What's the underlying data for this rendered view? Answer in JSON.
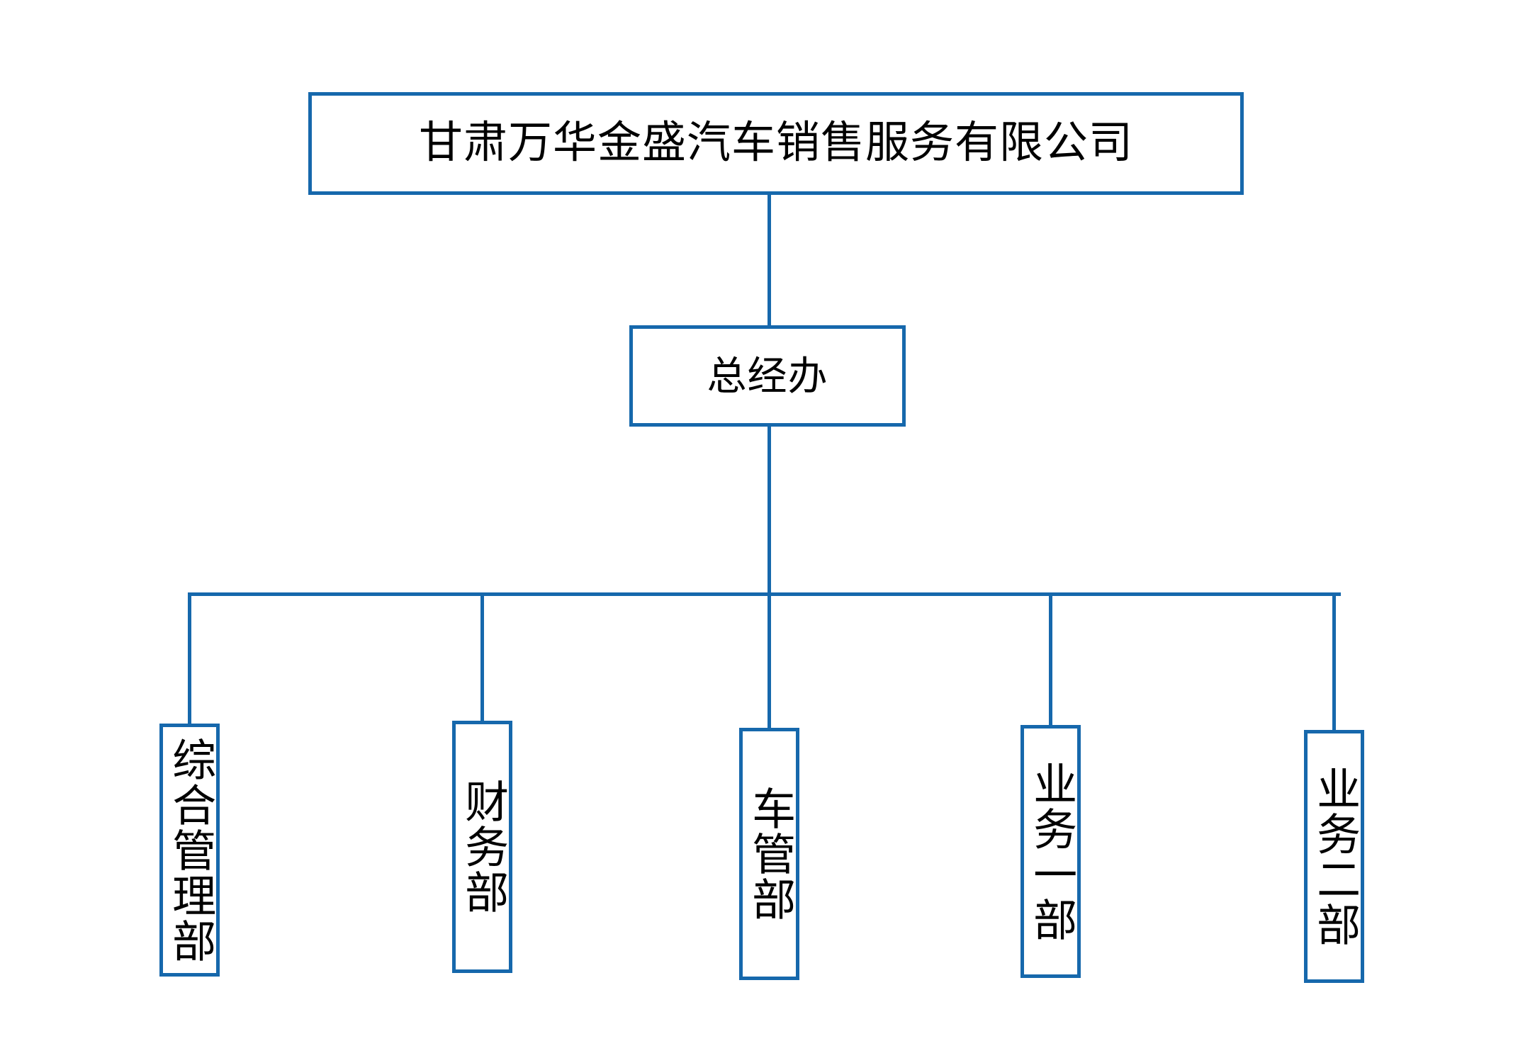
{
  "chart": {
    "type": "org-chart",
    "orientation": "top-down",
    "accent_color": "#1668AC",
    "text_color": "#000000",
    "background_color": "#ffffff"
  },
  "root": {
    "label": "甘肃万华金盛汽车销售服务有限公司"
  },
  "level2": {
    "label": "总经办"
  },
  "departments": [
    {
      "label": "综合管理部"
    },
    {
      "label": "财务部"
    },
    {
      "label": "车管部"
    },
    {
      "label": "业务一部"
    },
    {
      "label": "业务二部"
    }
  ]
}
